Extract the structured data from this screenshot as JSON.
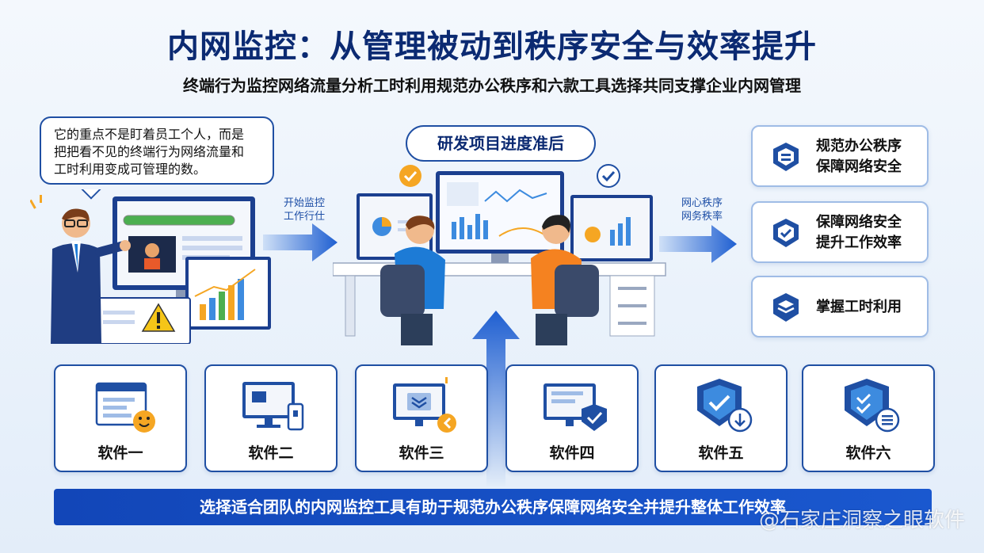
{
  "header": {
    "title": "内网监控：从管理被动到秩序安全与效率提升",
    "subtitle": "终端行为监控网络流量分析工时利用规范办公秩序和六款工具选择共同支撑企业内网管理"
  },
  "speech_bubble": {
    "lines": [
      "它的重点不是盯着员工个人，而是",
      "把把看不见的终端行为网络流量和",
      "工时利用变成可管理的数。"
    ]
  },
  "center": {
    "pill_label": "研发项目进度准后"
  },
  "arrows": {
    "left_label_lines": [
      "开始监控",
      "工作行仕"
    ],
    "right_label_lines": [
      "网心秩序",
      "网务秩率"
    ]
  },
  "right_panel": {
    "cards": [
      {
        "lines": [
          "规范办公秩序",
          "保障网络安全"
        ],
        "icon": "shield-layers-icon"
      },
      {
        "lines": [
          "保障网络安全",
          "提升工作效率"
        ],
        "icon": "shield-check-icon"
      },
      {
        "lines": [
          "掌握工时利用"
        ],
        "icon": "layers-icon"
      }
    ]
  },
  "tools": [
    {
      "label": "软件一",
      "icon": "form-smiley-icon"
    },
    {
      "label": "软件二",
      "icon": "monitor-phone-icon"
    },
    {
      "label": "软件三",
      "icon": "monitor-chevron-icon"
    },
    {
      "label": "软件四",
      "icon": "monitor-shield-icon"
    },
    {
      "label": "软件五",
      "icon": "shield-download-icon"
    },
    {
      "label": "软件六",
      "icon": "shield-list-icon"
    }
  ],
  "banner": {
    "text": "选择适合团队的内网监控工具有助于规范办公秩序保障网络安全并提升整体工作效率"
  },
  "watermark": "@石家庄洞察之眼软件",
  "colors": {
    "primary": "#1f4fa3",
    "title": "#0b2a72",
    "banner": "#1246b8",
    "accent_orange": "#f5a623"
  }
}
